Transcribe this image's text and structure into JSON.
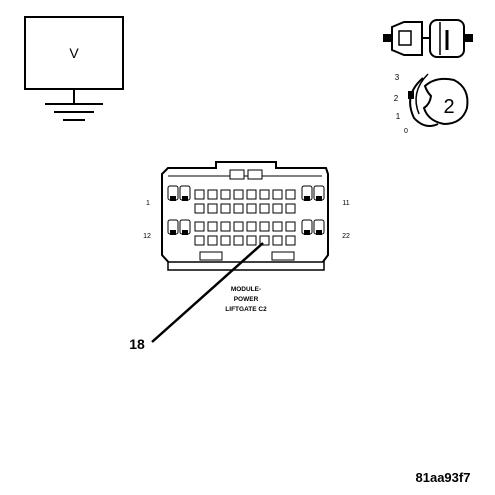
{
  "meter": {
    "symbol": "V"
  },
  "ignition_switch": {
    "positions": [
      "3",
      "2",
      "1",
      "0"
    ],
    "selected_position": "2"
  },
  "connector": {
    "row_top_start": "1",
    "row_top_end": "11",
    "row_bottom_start": "12",
    "row_bottom_end": "22",
    "name_line1": "MODULE-",
    "name_line2": "POWER",
    "name_line3": "LIFTGATE C2"
  },
  "callout": {
    "pin_number": "18"
  },
  "figure_id": "81aa93f7"
}
